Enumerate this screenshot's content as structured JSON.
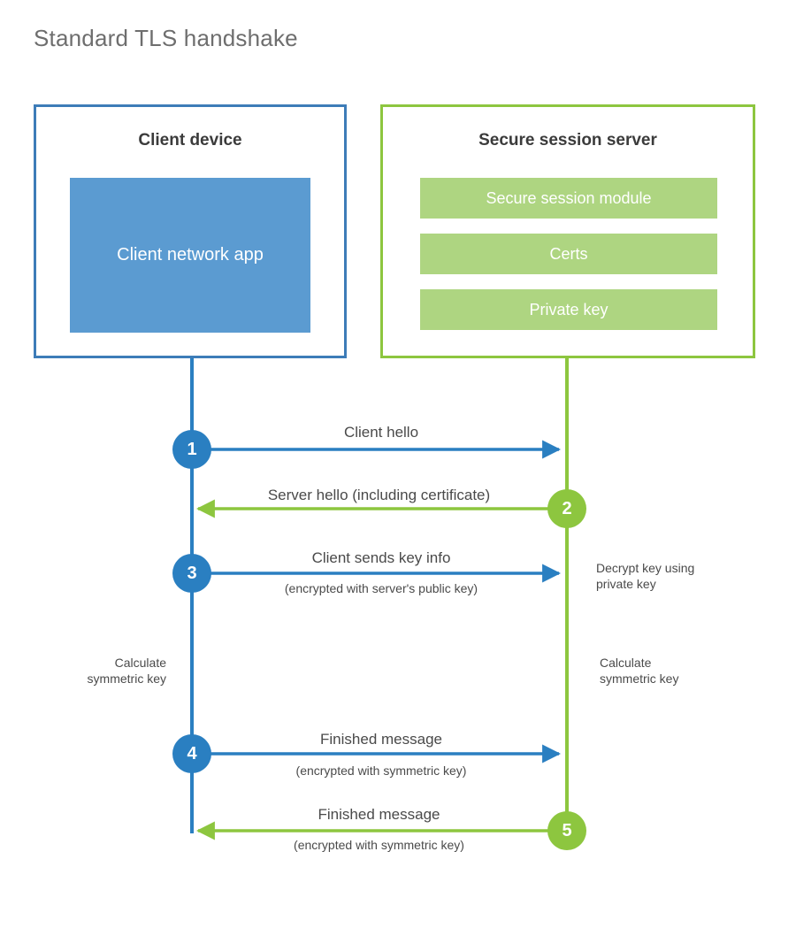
{
  "title": "Standard TLS handshake",
  "colors": {
    "client_border": "#3d7cb8",
    "client_fill": "#5b9bd1",
    "client_accent": "#2a7fc1",
    "server_border": "#8dc63f",
    "server_fill": "#aed581",
    "server_accent": "#8dc63f",
    "text": "#4a4a4a",
    "title": "#6e6e6e",
    "heading": "#3b3b3b",
    "background": "#ffffff"
  },
  "parties": {
    "client": {
      "title": "Client device",
      "components": [
        {
          "label": "Client network app"
        }
      ]
    },
    "server": {
      "title": "Secure session server",
      "components": [
        {
          "label": "Secure session module"
        },
        {
          "label": "Certs"
        },
        {
          "label": "Private key"
        }
      ]
    }
  },
  "steps": [
    {
      "number": "1",
      "label": "Client hello",
      "sublabel": "",
      "direction": "client-to-server",
      "color": "blue"
    },
    {
      "number": "2",
      "label": "Server hello (including certificate)",
      "sublabel": "",
      "direction": "server-to-client",
      "color": "green"
    },
    {
      "number": "3",
      "label": "Client sends key info",
      "sublabel": "(encrypted with server's public key)",
      "direction": "client-to-server",
      "color": "blue"
    },
    {
      "number": "4",
      "label": "Finished message",
      "sublabel": "(encrypted with symmetric key)",
      "direction": "client-to-server",
      "color": "blue"
    },
    {
      "number": "5",
      "label": "Finished message",
      "sublabel": "(encrypted with symmetric key)",
      "direction": "server-to-client",
      "color": "green"
    }
  ],
  "annotations": {
    "server_decrypt": "Decrypt key using\nprivate key",
    "server_decrypt_line1": "Decrypt key using",
    "server_decrypt_line2": "private key",
    "client_calculate_line1": "Calculate",
    "client_calculate_line2": "symmetric key",
    "server_calculate_line1": "Calculate",
    "server_calculate_line2": "symmetric key"
  }
}
